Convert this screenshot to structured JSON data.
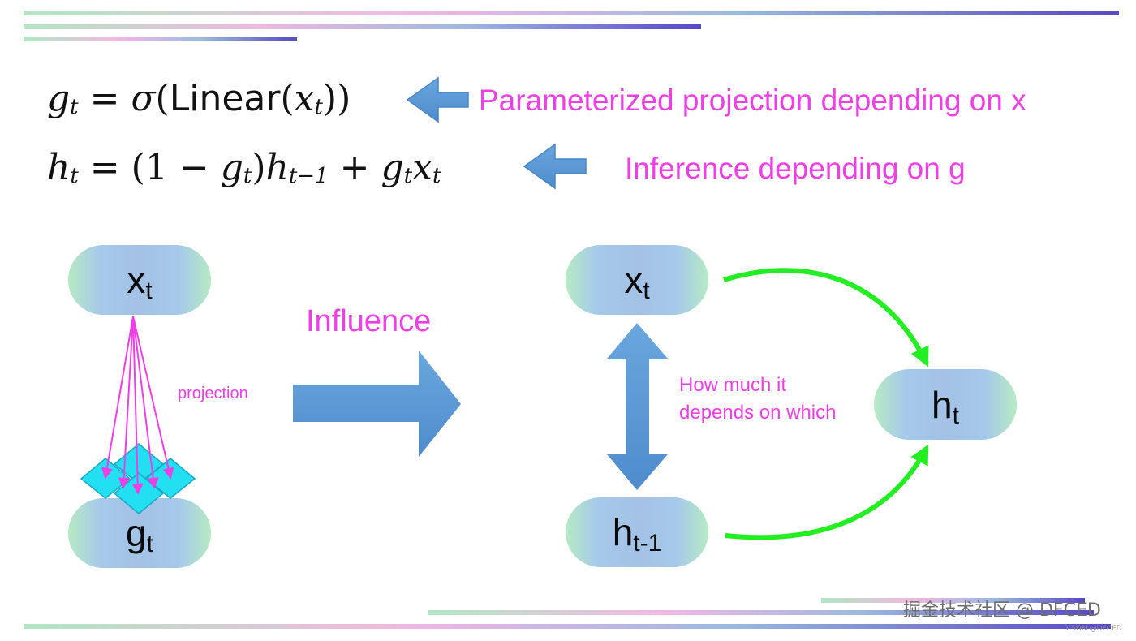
{
  "equations": {
    "gate": {
      "lhs_symbol": "g",
      "lhs_subscript": "t",
      "equals": "=",
      "sigma": "σ",
      "function": "Linear",
      "arg_symbol": "x",
      "arg_subscript": "t",
      "annotation": "Parameterized projection depending on x"
    },
    "hidden": {
      "lhs_symbol": "h",
      "lhs_subscript": "t",
      "equals": "=",
      "open_paren": "(1",
      "minus": "−",
      "g_symbol": "g",
      "g_subscript": "t",
      "h_prev_symbol": "h",
      "h_prev_subscript": "t−1",
      "plus": "+",
      "g2_symbol": "g",
      "g2_subscript": "t",
      "x_symbol": "x",
      "x_subscript": "t",
      "annotation": "Inference depending on g"
    }
  },
  "diagram": {
    "left": {
      "x_node": {
        "main": "x",
        "sub": "t"
      },
      "g_node": {
        "main": "g",
        "sub": "t"
      },
      "projection_label": "projection"
    },
    "influence_label": "Influence",
    "right": {
      "x_node": {
        "main": "x",
        "sub": "t"
      },
      "h_prev_node": {
        "main": "h",
        "sub": "t-1"
      },
      "h_node": {
        "main": "h",
        "sub": "t"
      },
      "dependency_label_line1": "How much it",
      "dependency_label_line2": "depends on which"
    }
  },
  "watermark": {
    "main": "掘金技术社区 @ DFCED",
    "small": "CSDN @DFCED"
  },
  "colors": {
    "magenta": "#ee3fe6",
    "arrow_blue": "#5a96d4",
    "green": "#22ee22",
    "diamond_cyan": "#22e0f2",
    "bar_end": "#5848c6"
  },
  "icons": [
    "left-arrow-icon",
    "right-arrow-icon",
    "double-arrow-icon",
    "curved-arrow-icon",
    "diamond-icon"
  ]
}
